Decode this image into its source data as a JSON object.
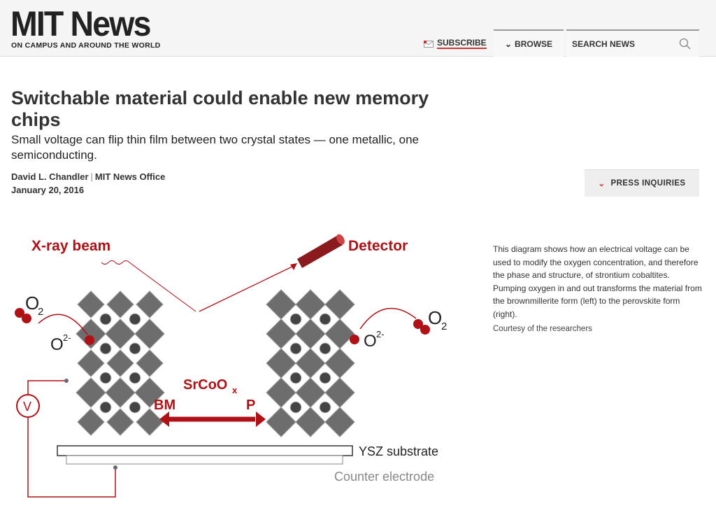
{
  "header": {
    "logo": "MIT News",
    "tagline": "ON CAMPUS AND AROUND THE WORLD",
    "subscribe": "SUBSCRIBE",
    "browse": "BROWSE",
    "search_placeholder": "SEARCH NEWS"
  },
  "article": {
    "title": "Switchable material could enable new memory chips",
    "dek": "Small voltage can flip thin film between two crystal states — one metallic, one semiconducting.",
    "author": "David L. Chandler",
    "office": "MIT News Office",
    "date": "January 20, 2016",
    "press": "PRESS INQUIRIES"
  },
  "figure": {
    "labels": {
      "xray": "X-ray beam",
      "detector": "Detector",
      "o2": "O",
      "o2_sub": "2",
      "ion": "O",
      "ion_sup": "2-",
      "compound": "SrCoO",
      "compound_sub": "x",
      "bm": "BM",
      "p": "P",
      "substrate": "YSZ substrate",
      "counter": "Counter electrode",
      "v": "V"
    },
    "caption": "This diagram shows how an electrical voltage can be used to modify the oxygen concentration, and therefore the phase and structure, of strontium cobaltites. Pumping oxygen in and out transforms the material from the brownmillerite form (left) to the perovskite form (right).",
    "credit": "Courtesy of the researchers",
    "accent": "#b01116"
  }
}
